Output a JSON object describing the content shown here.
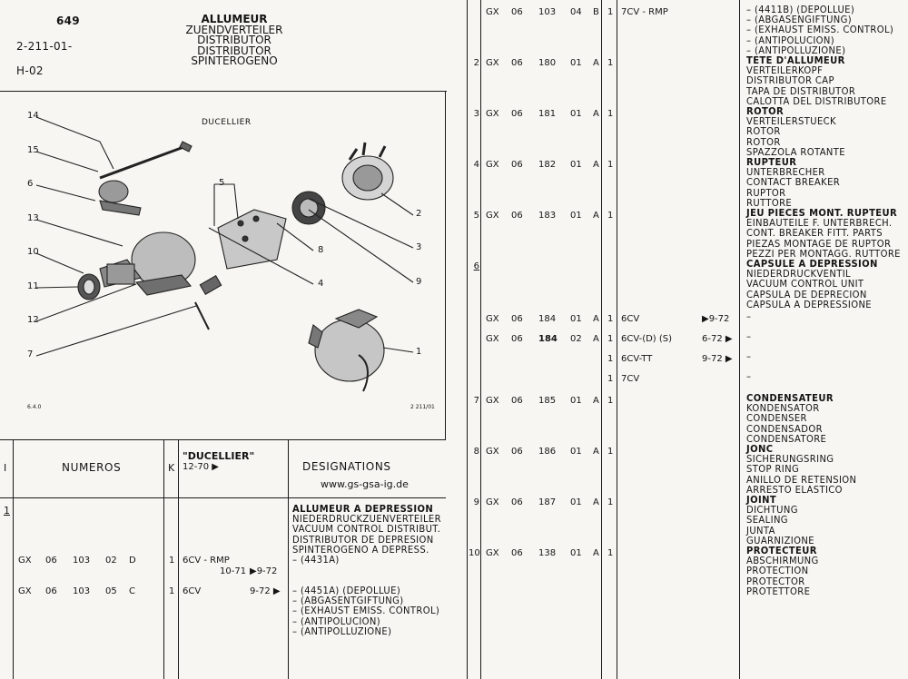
{
  "header": {
    "page_no": "649",
    "ref1": "2-211-01-",
    "ref2": "H-02",
    "title": [
      "ALLUMEUR",
      "ZUENDVERTEILER",
      "DISTRIBUTOR",
      "DISTRIBUTOR",
      "SPINTEROGENO"
    ]
  },
  "figure": {
    "brand": "DUCELLIER",
    "code_left": "6.4.0",
    "code_right": "2 211/01",
    "callouts": [
      "14",
      "15",
      "6",
      "13",
      "10",
      "11",
      "12",
      "7",
      "5",
      "8",
      "4",
      "2",
      "3",
      "9",
      "1"
    ]
  },
  "table_header": {
    "col_i": "I",
    "col_numeros": "NUMEROS",
    "col_k": "K",
    "col_ducellier": "\"DUCELLIER\"",
    "col_ducellier_date": "12-70 ▶",
    "col_designations": "DESIGNATIONS",
    "website": "www.gs-gsa-ig.de"
  },
  "left_rows": [
    {
      "index": "1",
      "gx": "",
      "n1": "",
      "n2": "",
      "n3": "",
      "k": "",
      "spec": "",
      "date": "",
      "note": "",
      "desc": [
        [
          "b",
          "ALLUMEUR A DEPRESSION"
        ],
        [
          "",
          "NIEDERDRUCKZUENVERTEILER"
        ],
        [
          "",
          "VACUUM CONTROL DISTRIBUT."
        ],
        [
          "",
          "DISTRIBUTOR DE DEPRESION"
        ],
        [
          "",
          "SPINTEROGENO A DEPRESS."
        ]
      ]
    },
    {
      "index": "",
      "gx": "GX",
      "n1": "06",
      "n2": "103",
      "n3": "02",
      "k": "D",
      "qty": "1",
      "spec": "6CV - RMP",
      "date1": "10-71",
      "date": "▶9-72",
      "desc": [
        [
          "",
          "–  (4431A)"
        ]
      ]
    },
    {
      "index": "",
      "gx": "GX",
      "n1": "06",
      "n2": "103",
      "n3": "05",
      "k": "C",
      "qty": "1",
      "spec": "6CV",
      "date": "9-72 ▶",
      "desc": [
        [
          "",
          "–  (4451A) (DEPOLLUE)"
        ],
        [
          "",
          "–  (ABGASENTGIFTUNG)"
        ],
        [
          "",
          "–  (EXHAUST EMISS. CONTROL)"
        ],
        [
          "",
          "–  (ANTIPOLUCION)"
        ],
        [
          "",
          "–  (ANTIPOLLUZIONE)"
        ]
      ]
    }
  ],
  "right_rows": [
    {
      "index": "",
      "gx": "GX",
      "n1": "06",
      "n2": "103",
      "n3": "04",
      "k": "B",
      "qty": "1",
      "spec": "7CV - RMP",
      "date": "",
      "desc": [
        [
          "",
          "–  (4411B) (DEPOLLUE)"
        ],
        [
          "",
          "–  (ABGASENGIFTUNG)"
        ],
        [
          "",
          "–  (EXHAUST EMISS. CONTROL)"
        ],
        [
          "",
          "–  (ANTIPOLUCION)"
        ],
        [
          "",
          "–  (ANTIPOLLUZIONE)"
        ]
      ]
    },
    {
      "index": "2",
      "gx": "GX",
      "n1": "06",
      "n2": "180",
      "n3": "01",
      "k": "A",
      "qty": "1",
      "spec": "",
      "date": "",
      "desc": [
        [
          "b",
          "TETE D'ALLUMEUR"
        ],
        [
          "",
          "VERTEILERKOPF"
        ],
        [
          "",
          "DISTRIBUTOR CAP"
        ],
        [
          "",
          "TAPA DE DISTRIBUTOR"
        ],
        [
          "",
          "CALOTTA DEL DISTRIBUTORE"
        ]
      ]
    },
    {
      "index": "3",
      "gx": "GX",
      "n1": "06",
      "n2": "181",
      "n3": "01",
      "k": "A",
      "qty": "1",
      "spec": "",
      "date": "",
      "desc": [
        [
          "b",
          "ROTOR"
        ],
        [
          "",
          "VERTEILERSTUECK"
        ],
        [
          "",
          "ROTOR"
        ],
        [
          "",
          "ROTOR"
        ],
        [
          "",
          "SPAZZOLA ROTANTE"
        ]
      ]
    },
    {
      "index": "4",
      "gx": "GX",
      "n1": "06",
      "n2": "182",
      "n3": "01",
      "k": "A",
      "qty": "1",
      "spec": "",
      "date": "",
      "desc": [
        [
          "b",
          "RUPTEUR"
        ],
        [
          "",
          "UNTERBRECHER"
        ],
        [
          "",
          "CONTACT BREAKER"
        ],
        [
          "",
          "RUPTOR"
        ],
        [
          "",
          "RUTTORE"
        ]
      ]
    },
    {
      "index": "5",
      "gx": "GX",
      "n1": "06",
      "n2": "183",
      "n3": "01",
      "k": "A",
      "qty": "1",
      "spec": "",
      "date": "",
      "desc": [
        [
          "b",
          "JEU PIECES MONT. RUPTEUR"
        ],
        [
          "",
          "EINBAUTEILE F. UNTERBRECH."
        ],
        [
          "",
          "CONT. BREAKER FITT. PARTS"
        ],
        [
          "",
          "PIEZAS MONTAGE DE RUPTOR"
        ],
        [
          "",
          "PEZZI PER MONTAGG. RUTTORE"
        ]
      ]
    },
    {
      "index": "6",
      "gx": "",
      "n1": "",
      "n2": "",
      "n3": "",
      "k": "",
      "qty": "",
      "spec": "",
      "date": "",
      "desc": [
        [
          "b",
          "CAPSULE A DEPRESSION"
        ],
        [
          "",
          "NIEDERDRUCKVENTIL"
        ],
        [
          "",
          "VACUUM CONTROL UNIT"
        ],
        [
          "",
          "CAPSULA DE DEPRECION"
        ],
        [
          "",
          "CAPSULA A DEPRESSIONE"
        ]
      ]
    },
    {
      "index": "",
      "gx": "GX",
      "n1": "06",
      "n2": "184",
      "n3": "01",
      "k": "A",
      "qty": "1",
      "spec": "6CV",
      "date": "▶9-72",
      "desc": [
        [
          "",
          "–"
        ]
      ]
    },
    {
      "index": "",
      "gx": "GX",
      "n1": "06",
      "n2": "184",
      "n3": "02",
      "k": "A",
      "qty": "1",
      "spec": "6CV-(D) (S)",
      "date": "6-72 ▶",
      "desc": [
        [
          "",
          "–"
        ]
      ]
    },
    {
      "index": "",
      "gx": "",
      "n1": "",
      "n2": "",
      "n3": "",
      "k": "",
      "qty": "1",
      "spec": "6CV-TT",
      "date": "9-72 ▶",
      "desc": [
        [
          "",
          "–"
        ]
      ]
    },
    {
      "index": "",
      "gx": "",
      "n1": "",
      "n2": "",
      "n3": "",
      "k": "",
      "qty": "1",
      "spec": "7CV",
      "date": "",
      "desc": [
        [
          "",
          "–"
        ]
      ]
    },
    {
      "index": "7",
      "gx": "GX",
      "n1": "06",
      "n2": "185",
      "n3": "01",
      "k": "A",
      "qty": "1",
      "spec": "",
      "date": "",
      "desc": [
        [
          "b",
          "CONDENSATEUR"
        ],
        [
          "",
          "KONDENSATOR"
        ],
        [
          "",
          "CONDENSER"
        ],
        [
          "",
          "CONDENSADOR"
        ],
        [
          "",
          "CONDENSATORE"
        ]
      ]
    },
    {
      "index": "8",
      "gx": "GX",
      "n1": "06",
      "n2": "186",
      "n3": "01",
      "k": "A",
      "qty": "1",
      "spec": "",
      "date": "",
      "desc": [
        [
          "b",
          "JONC"
        ],
        [
          "",
          "SICHERUNGSRING"
        ],
        [
          "",
          "STOP RING"
        ],
        [
          "",
          "ANILLO DE RETENSION"
        ],
        [
          "",
          "ARRESTO ELASTICO"
        ]
      ]
    },
    {
      "index": "9",
      "gx": "GX",
      "n1": "06",
      "n2": "187",
      "n3": "01",
      "k": "A",
      "qty": "1",
      "spec": "",
      "date": "",
      "desc": [
        [
          "b",
          "JOINT"
        ],
        [
          "",
          "DICHTUNG"
        ],
        [
          "",
          "SEALING"
        ],
        [
          "",
          "JUNTA"
        ],
        [
          "",
          "GUARNIZIONE"
        ]
      ]
    },
    {
      "index": "10",
      "gx": "GX",
      "n1": "06",
      "n2": "138",
      "n3": "01",
      "k": "A",
      "qty": "1",
      "spec": "",
      "date": "",
      "desc": [
        [
          "b",
          "PROTECTEUR"
        ],
        [
          "",
          "ABSCHIRMUNG"
        ],
        [
          "",
          "PROTECTION"
        ],
        [
          "",
          "PROTECTOR"
        ],
        [
          "",
          "PROTETTORE"
        ]
      ]
    }
  ]
}
